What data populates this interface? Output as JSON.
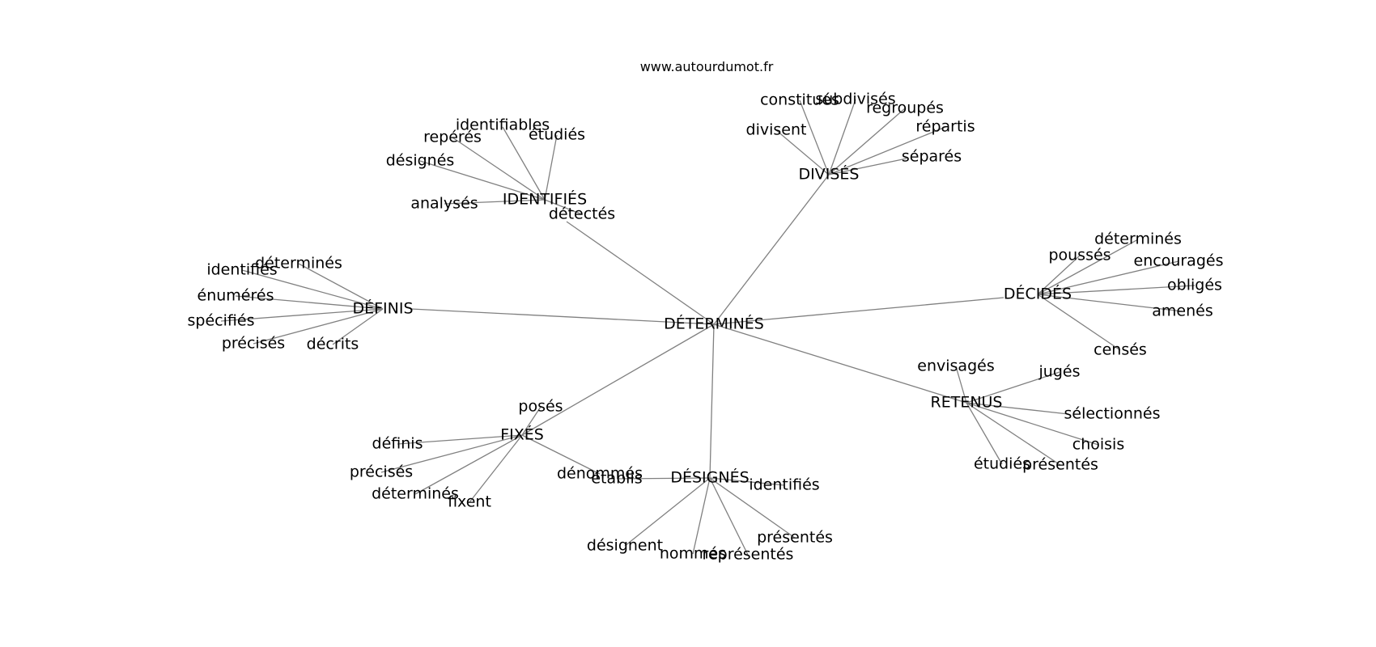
{
  "source": "www.autourdumot.fr",
  "root": "DÉTERMINÉS",
  "hubs": {
    "identifies": "IDENTIFIÉS",
    "divises": "DIVISÉS",
    "definis": "DÉFINIS",
    "decides": "DÉCIDÉS",
    "retenus": "RETENUS",
    "fixes": "FIXÉS",
    "designes": "DÉSIGNÉS"
  },
  "leaves": {
    "identifies": [
      "identifiables",
      "repérés",
      "étudiés",
      "désignés",
      "analysés",
      "détectés"
    ],
    "divises": [
      "constitués",
      "subdivisés",
      "regroupés",
      "divisent",
      "répartis",
      "séparés"
    ],
    "definis": [
      "identifiés",
      "déterminés",
      "énumérés",
      "spécifiés",
      "précisés",
      "décrits"
    ],
    "decides": [
      "déterminés",
      "poussés",
      "encouragés",
      "obligés",
      "amenés",
      "censés"
    ],
    "retenus": [
      "envisagés",
      "jugés",
      "sélectionnés",
      "choisis",
      "étudiés",
      "présentés"
    ],
    "fixes": [
      "posés",
      "définis",
      "précisés",
      "déterminés",
      "fixent",
      "dénommés"
    ],
    "designes": [
      "établis",
      "identifiés",
      "présentés",
      "désignent",
      "nommés",
      "représentés"
    ]
  }
}
